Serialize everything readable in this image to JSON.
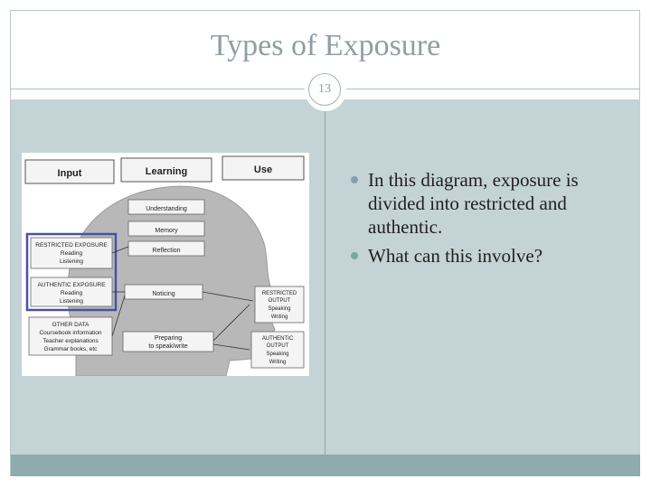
{
  "slide": {
    "title": "Types of Exposure",
    "number": "13"
  },
  "bullets": [
    "In this diagram, exposure is divided into restricted and authentic.",
    "What can this involve?"
  ],
  "diagram": {
    "headers": {
      "input": "Input",
      "learning": "Learning",
      "use": "Use"
    },
    "input_boxes": {
      "restricted": {
        "title": "RESTRICTED EXPOSURE",
        "lines": [
          "Reading",
          "Listening"
        ]
      },
      "authentic": {
        "title": "AUTHENTIC EXPOSURE",
        "lines": [
          "Reading",
          "Listening"
        ]
      },
      "other": {
        "title": "OTHER DATA",
        "lines": [
          "Coursebook information",
          "Teacher explanations",
          "Grammar books, etc"
        ]
      }
    },
    "learning_boxes": {
      "understanding": "Understanding",
      "memory": "Memory",
      "reflection": "Reflection",
      "noticing": "Noticing",
      "preparing": [
        "Preparing",
        "to speak/write"
      ]
    },
    "output_boxes": {
      "restricted": {
        "lines": [
          "RESTRICTED",
          "OUTPUT",
          "Speaking",
          "Writing"
        ]
      },
      "authentic": {
        "lines": [
          "AUTHENTIC",
          "OUTPUT",
          "Speaking",
          "Writing"
        ]
      }
    }
  },
  "colors": {
    "title": "#8f9ea3",
    "panel": "#c4d3d6",
    "footer": "#8eabae",
    "bullet": "#7fa3a8",
    "diagram_highlight": "#4b4fa8"
  }
}
